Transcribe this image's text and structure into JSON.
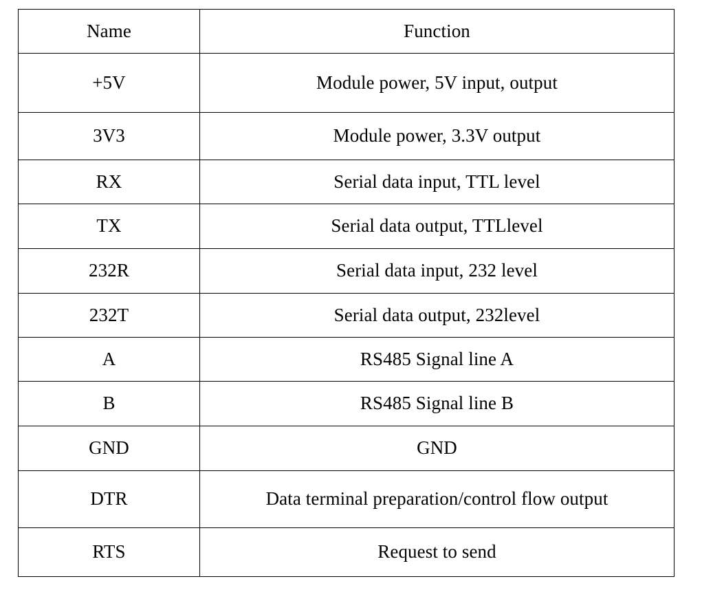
{
  "table": {
    "columns": [
      "Name",
      "Function"
    ],
    "rows": [
      {
        "name": "+5V",
        "function": "Module power, 5V input, output"
      },
      {
        "name": "3V3",
        "function": "Module power, 3.3V output"
      },
      {
        "name": "RX",
        "function": "Serial data input, TTL level"
      },
      {
        "name": "TX",
        "function": "Serial data output, TTLlevel"
      },
      {
        "name": "232R",
        "function": "Serial data input, 232 level"
      },
      {
        "name": "232T",
        "function": "Serial data output, 232level"
      },
      {
        "name": "A",
        "function": "RS485 Signal line A"
      },
      {
        "name": "B",
        "function": "RS485 Signal line B"
      },
      {
        "name": "GND",
        "function": "GND"
      },
      {
        "name": "DTR",
        "function": "Data terminal preparation/control flow output"
      },
      {
        "name": "RTS",
        "function": "Request to send"
      }
    ]
  },
  "colors": {
    "background": "#ffffff",
    "border": "#000000",
    "text": "#000000"
  }
}
